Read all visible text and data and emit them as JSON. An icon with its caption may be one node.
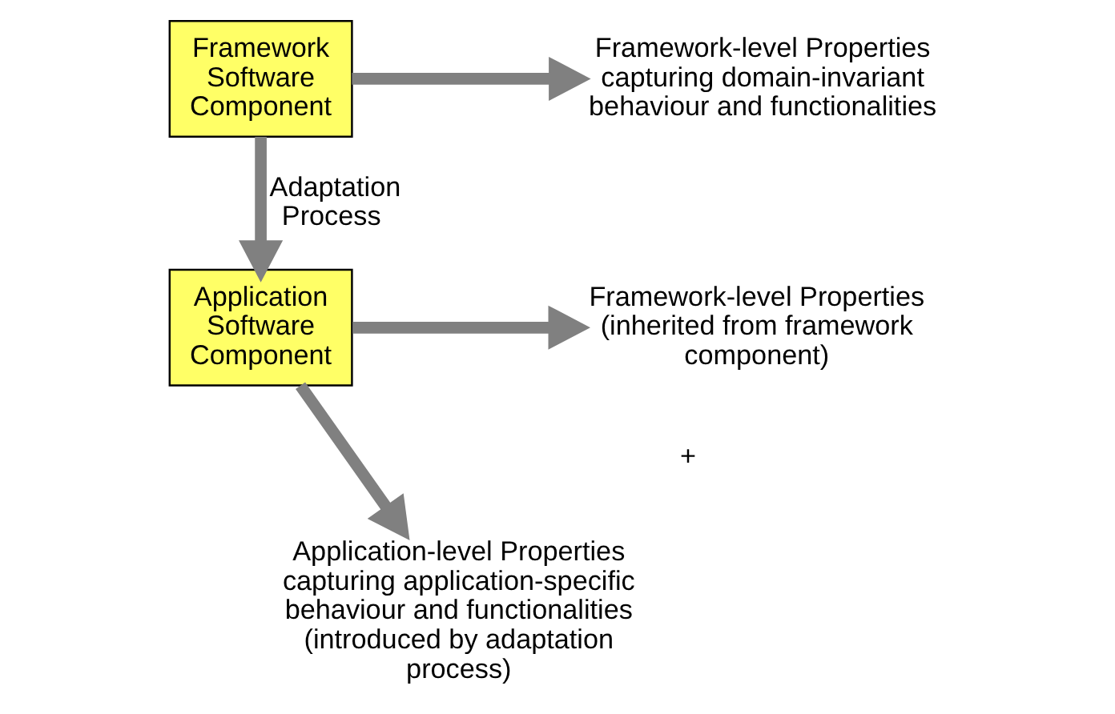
{
  "diagram": {
    "nodes": [
      {
        "text": [
          "Framework Software Component"
        ]
      },
      {
        "text": [
          "Framework-level Properties capturing domain-invariant behaviour and functionalities"
        ]
      },
      {
        "text": [
          "Application Software Component"
        ]
      },
      {
        "text": [
          "Framework-level Properties (inherited from framework component)"
        ]
      },
      {
        "text": [
          "Application-level Properties capturing application-specific behaviour and functionalities (introduced by adaptation process)"
        ]
      }
    ],
    "edges": [
      {
        "from": 0,
        "to": 1,
        "arrow": "to"
      },
      {
        "from": 0,
        "to": 2,
        "arrow": "to",
        "label": "Adaptation Process"
      },
      {
        "from": 2,
        "to": 3,
        "arrow": "to"
      },
      {
        "from": 2,
        "to": 4,
        "arrow": "to"
      }
    ],
    "labels": [
      "+"
    ]
  }
}
